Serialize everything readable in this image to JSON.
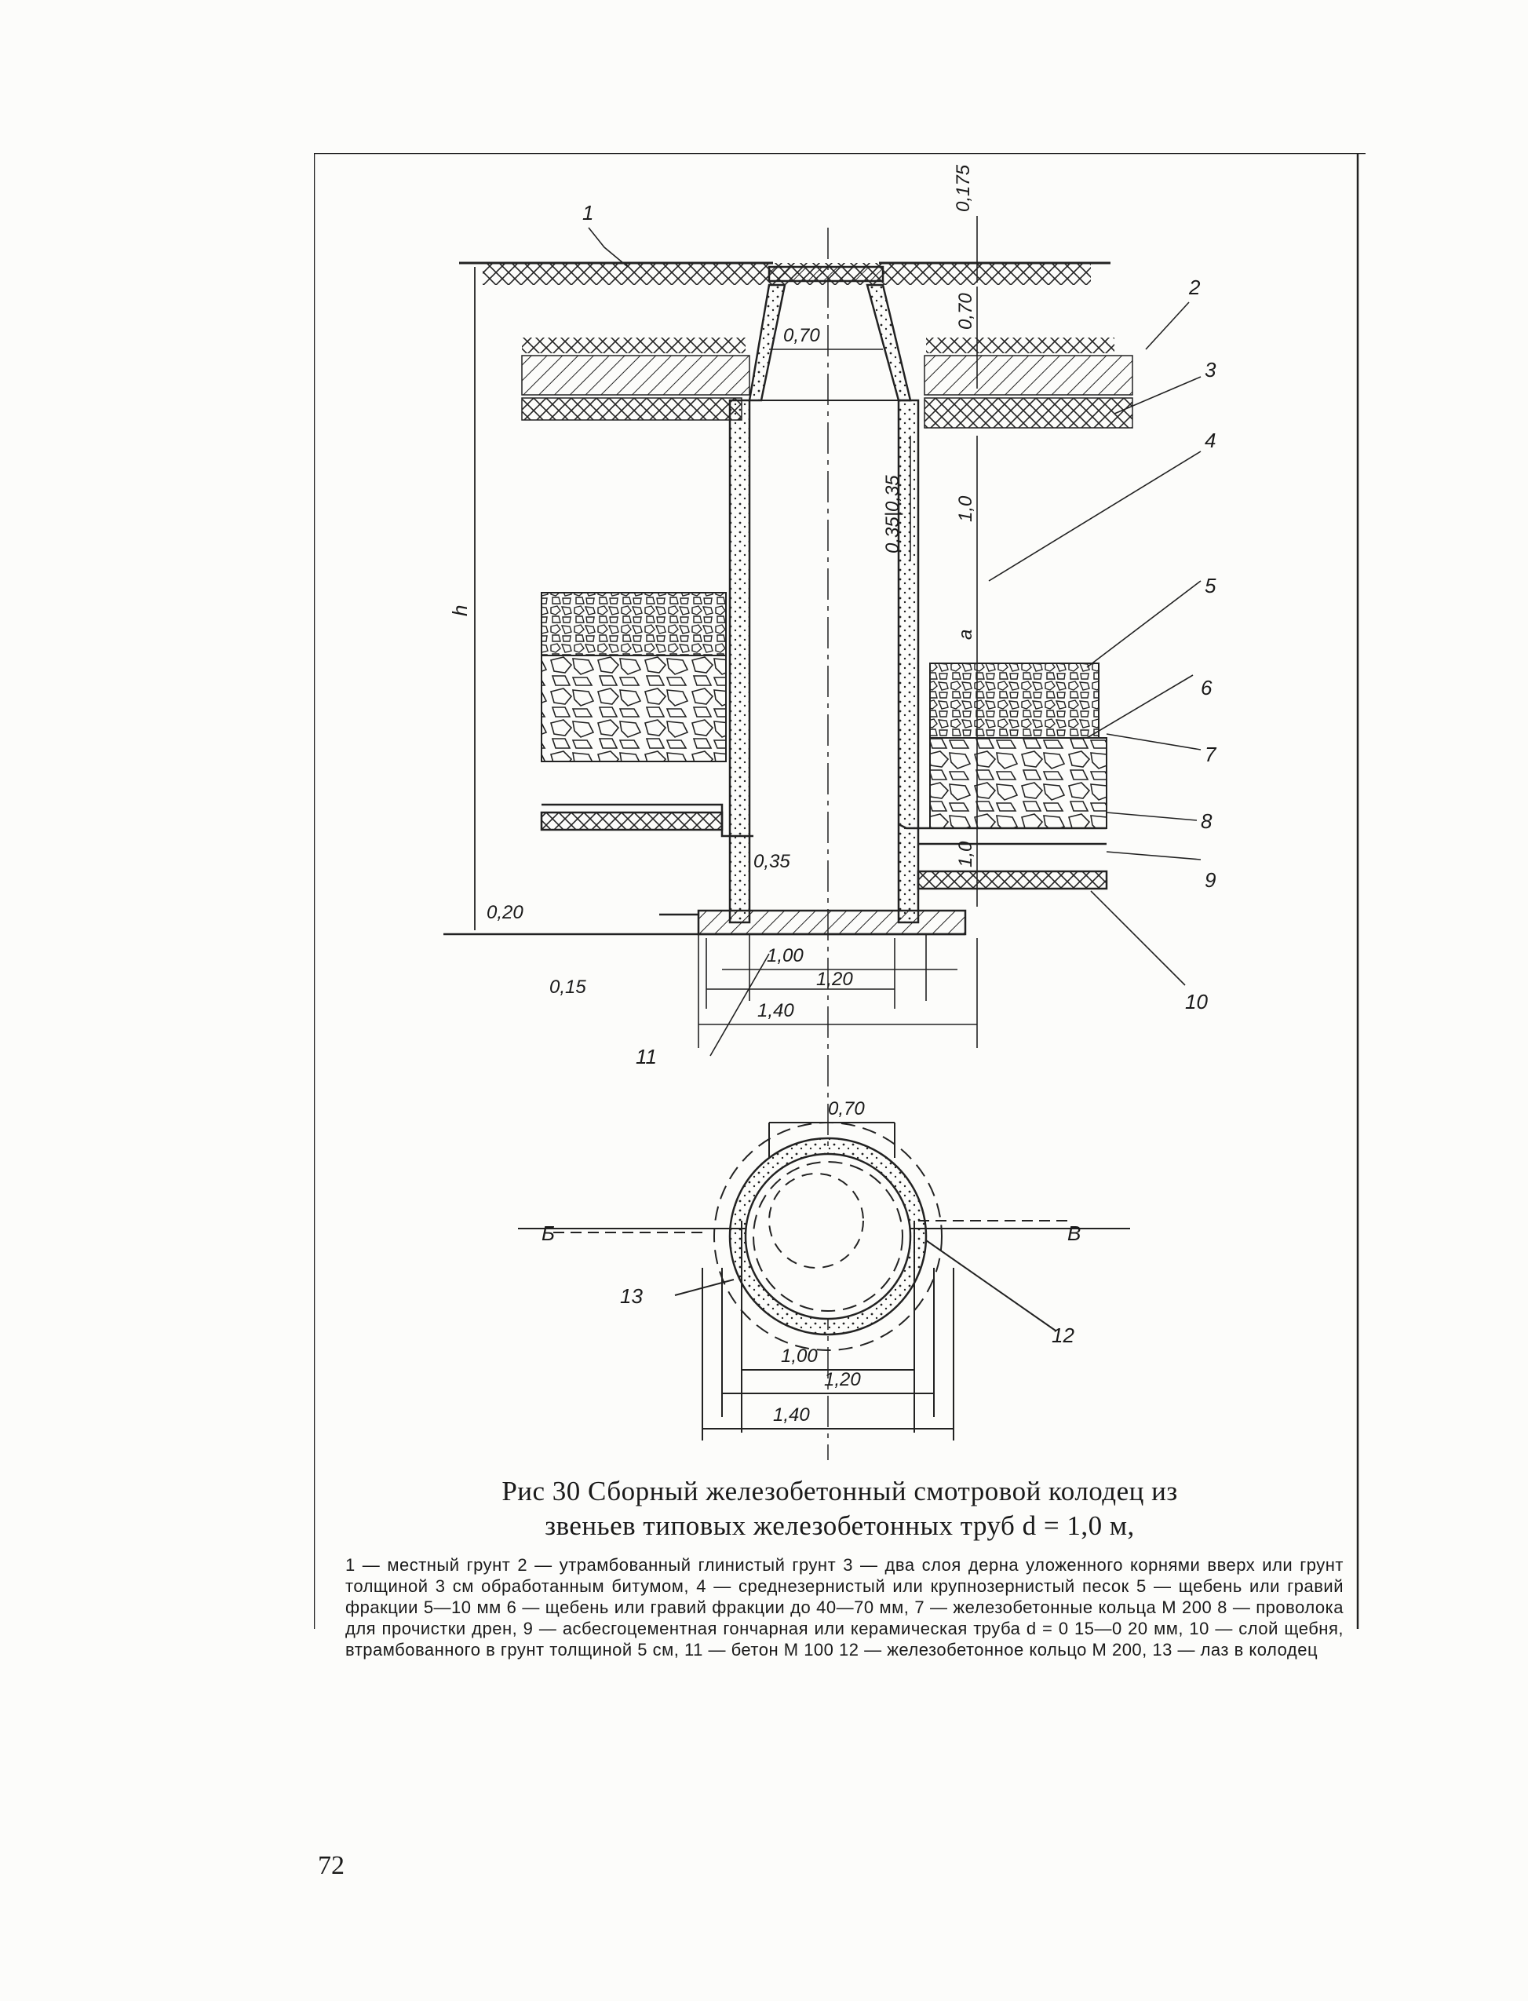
{
  "figure": {
    "callouts": [
      "1",
      "2",
      "3",
      "4",
      "5",
      "6",
      "7",
      "8",
      "9",
      "10",
      "11",
      "12",
      "13"
    ],
    "dimensions": {
      "top_gap": "0,175",
      "neck_height": "0,70",
      "neck_width": "0,70",
      "ring_spacing": "0,35|0,35",
      "ring_height": "1,0",
      "depth": "h",
      "segment_a": "a",
      "bottom_ring": "1,0",
      "pipe_offset": "0,35",
      "base_left": "0,20",
      "base_step": "0,15",
      "inner_d": "1,00",
      "outer_d": "1,20",
      "base_d": "1,40",
      "plan_opening": "0,70",
      "plan_inner": "1,00",
      "plan_outer": "1,20",
      "plan_base": "1,40",
      "section_left": "Б",
      "section_right": "В"
    }
  },
  "caption": {
    "title_line1": "Рис 30 Сборный железобетонный смотровой колодец из",
    "title_line2": "звеньев типовых железобетонных труб d = 1,0 м,",
    "legend": "1 — местный грунт   2 — утрамбованный глинистый грунт   3 — два слоя дерна уложенного корнями вверх или грунт толщиной 3 см обработанным битумом,  4 — среднезернистый или крупнозернистый песок   5 — щебень или гравий фракции 5—10 мм  6 — щебень или гравий фракции до 40—70 мм,  7 — железобетонные кольца М 200  8 — проволока для прочистки дрен,  9 — асбесгоцементная гончарная или керамическая труба d = 0 15—0 20 мм,  10 — слой щебня, втрамбованного в грунт толщиной 5 см,  11 — бетон М 100   12 — железобетонное кольцо М 200,  13 — лаз в колодец"
  },
  "page_number": "72"
}
